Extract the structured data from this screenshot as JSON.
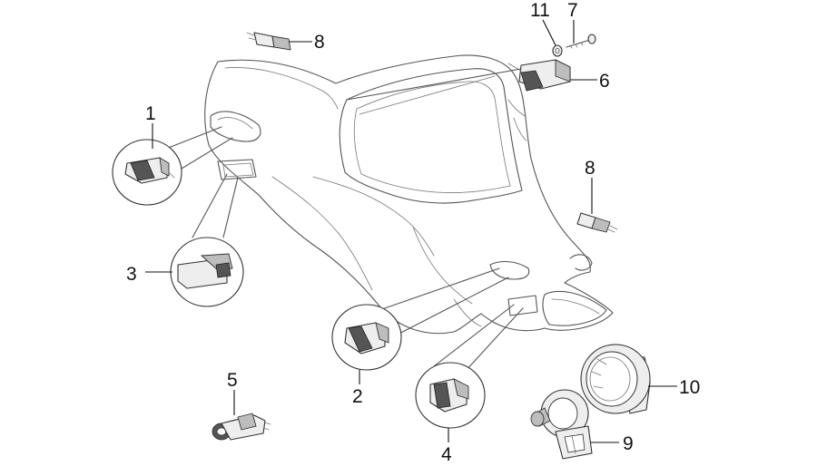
{
  "diagram": {
    "callouts": [
      {
        "id": "part-1",
        "label": "1"
      },
      {
        "id": "part-2",
        "label": "2"
      },
      {
        "id": "part-3",
        "label": "3"
      },
      {
        "id": "part-4",
        "label": "4"
      },
      {
        "id": "part-5",
        "label": "5"
      },
      {
        "id": "part-6",
        "label": "6"
      },
      {
        "id": "part-7",
        "label": "7"
      },
      {
        "id": "part-8-top",
        "label": "8"
      },
      {
        "id": "part-8-right",
        "label": "8"
      },
      {
        "id": "part-9",
        "label": "9"
      },
      {
        "id": "part-10",
        "label": "10"
      },
      {
        "id": "part-11",
        "label": "11"
      }
    ]
  }
}
